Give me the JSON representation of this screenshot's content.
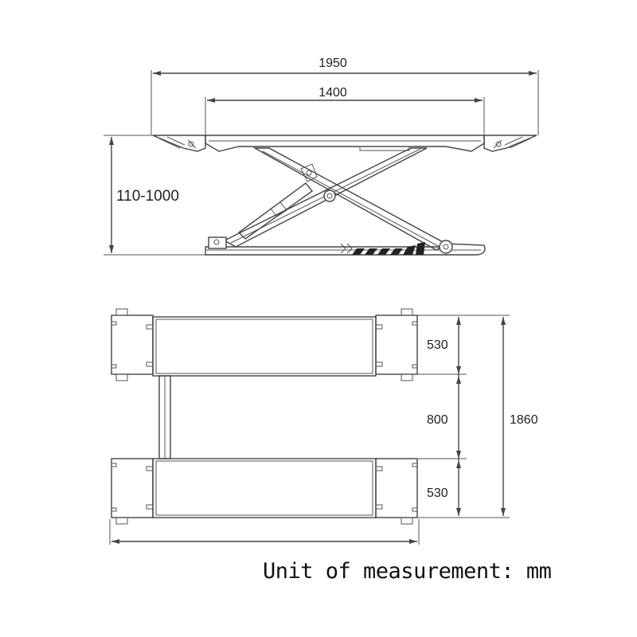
{
  "side_view": {
    "overall_width_label": "1950",
    "platform_width_label": "1400",
    "height_range_label": "110-1000"
  },
  "top_view": {
    "platform_depth_top_label": "530",
    "gap_label": "800",
    "platform_depth_bottom_label": "530",
    "overall_depth_label": "1860"
  },
  "footer": {
    "unit_note": "Unit of measurement: mm"
  }
}
